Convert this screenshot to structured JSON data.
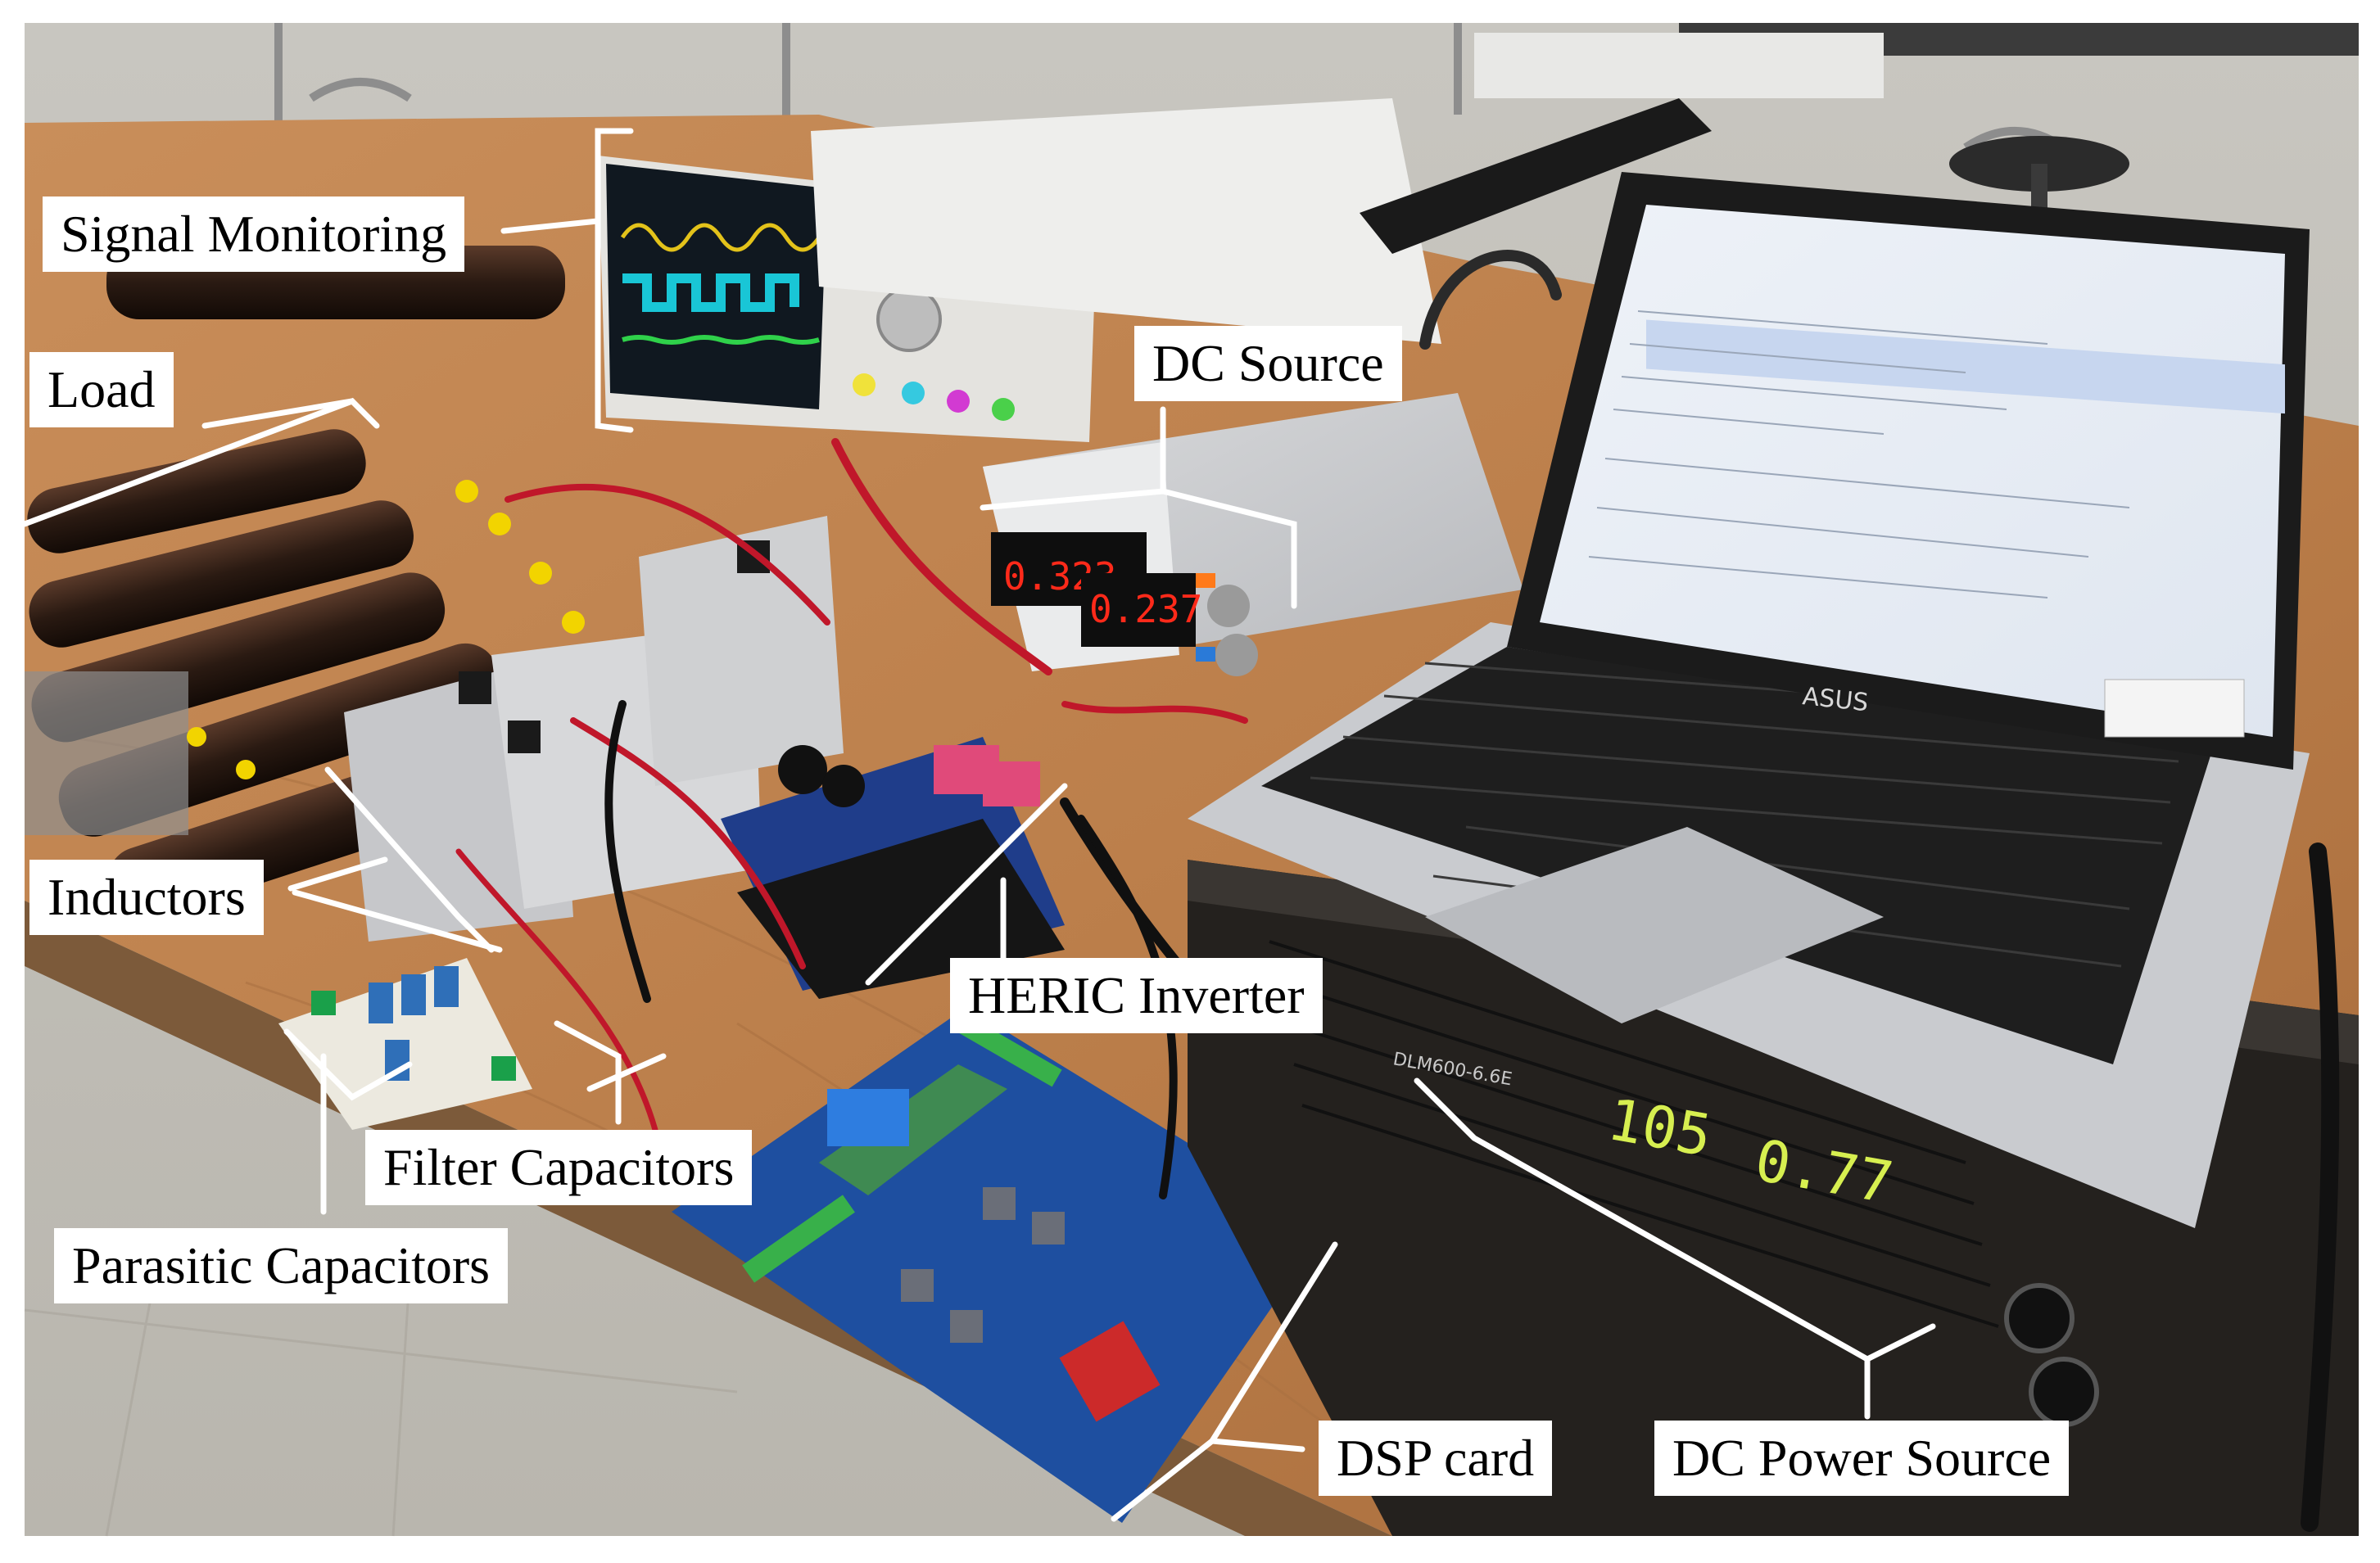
{
  "labels": {
    "signal_monitoring": "Signal Monitoring",
    "load": "Load",
    "dc_source": "DC Source",
    "inductors": "Inductors",
    "heric_inverter": "HERIC Inverter",
    "filter_capacitors": "Filter Capacitors",
    "parasitic_capacitors": "Parasitic Capacitors",
    "dsp_card": "DSP card",
    "dc_power_source": "DC Power Source"
  },
  "readouts": {
    "power_source_voltage": "105",
    "power_source_current": "0.77",
    "dc_source_left": "0.323",
    "dc_source_right": "0.237"
  },
  "device_text": {
    "laptop_brand": "ASUS",
    "power_source_model": "DLM600-6.6E"
  }
}
